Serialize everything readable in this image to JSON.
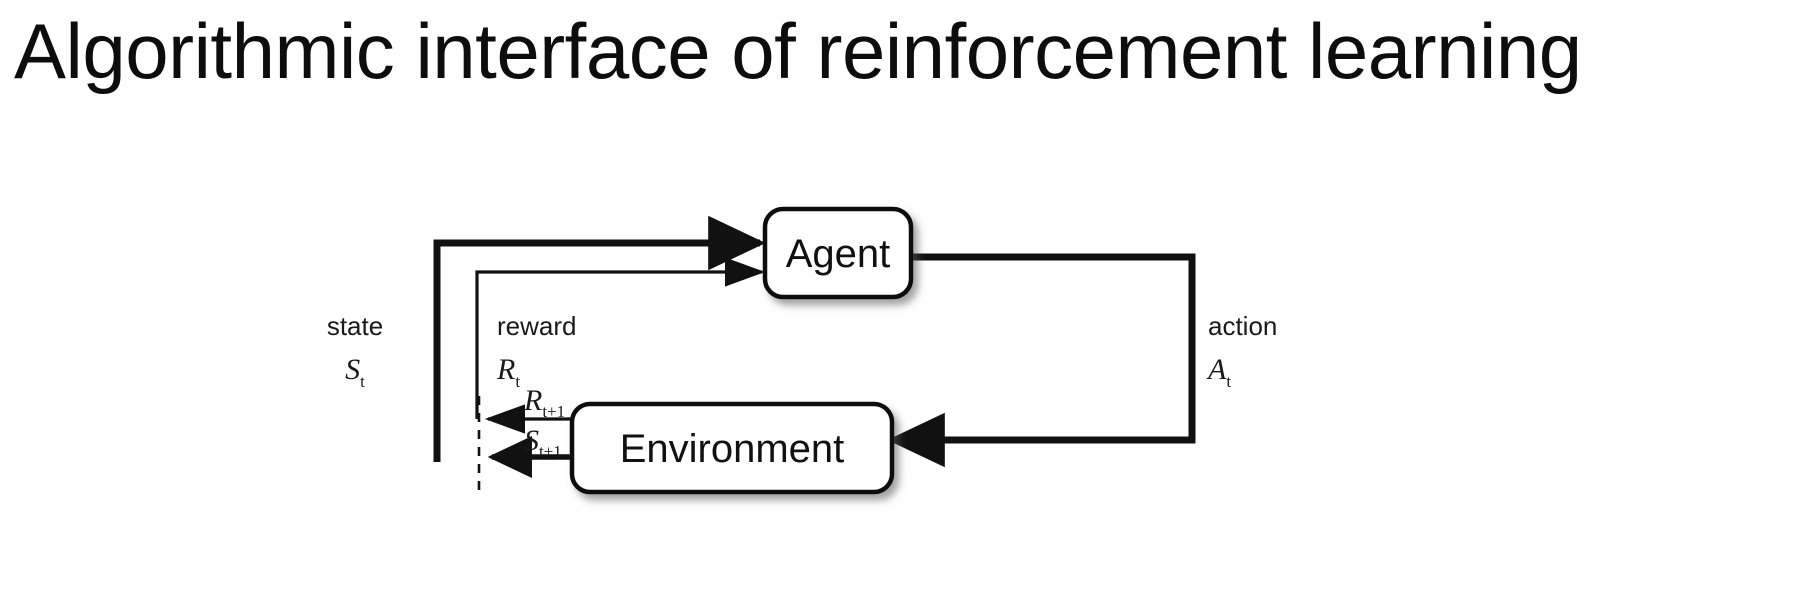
{
  "slide": {
    "title": "Algorithmic interface of reinforcement learning",
    "background_color": "#ffffff",
    "text_color": "#0d0d0d"
  },
  "diagram": {
    "type": "agent-environment-interaction-loop",
    "stroke_color": "#111111",
    "nodes": [
      {
        "id": "agent",
        "label": "Agent"
      },
      {
        "id": "environment",
        "label": "Environment"
      }
    ],
    "edges": [
      {
        "id": "state-loop",
        "from": "environment",
        "to": "agent",
        "weight": "thick",
        "label_text": "state",
        "label_symbol": "S",
        "label_subscript": "t"
      },
      {
        "id": "reward-loop",
        "from": "environment",
        "to": "agent",
        "weight": "thin",
        "label_text": "reward",
        "label_symbol": "R",
        "label_subscript": "t"
      },
      {
        "id": "action-loop",
        "from": "agent",
        "to": "environment",
        "weight": "thick",
        "label_text": "action",
        "label_symbol": "A",
        "label_subscript": "t"
      },
      {
        "id": "reward-out",
        "from": "environment",
        "to": "time-boundary",
        "weight": "thin",
        "label_symbol": "R",
        "label_subscript": "t+1"
      },
      {
        "id": "state-out",
        "from": "environment",
        "to": "time-boundary",
        "weight": "thick",
        "label_symbol": "S",
        "label_subscript": "t+1"
      }
    ],
    "time_boundary": {
      "id": "time-boundary",
      "style": "dashed-vertical-line"
    }
  }
}
